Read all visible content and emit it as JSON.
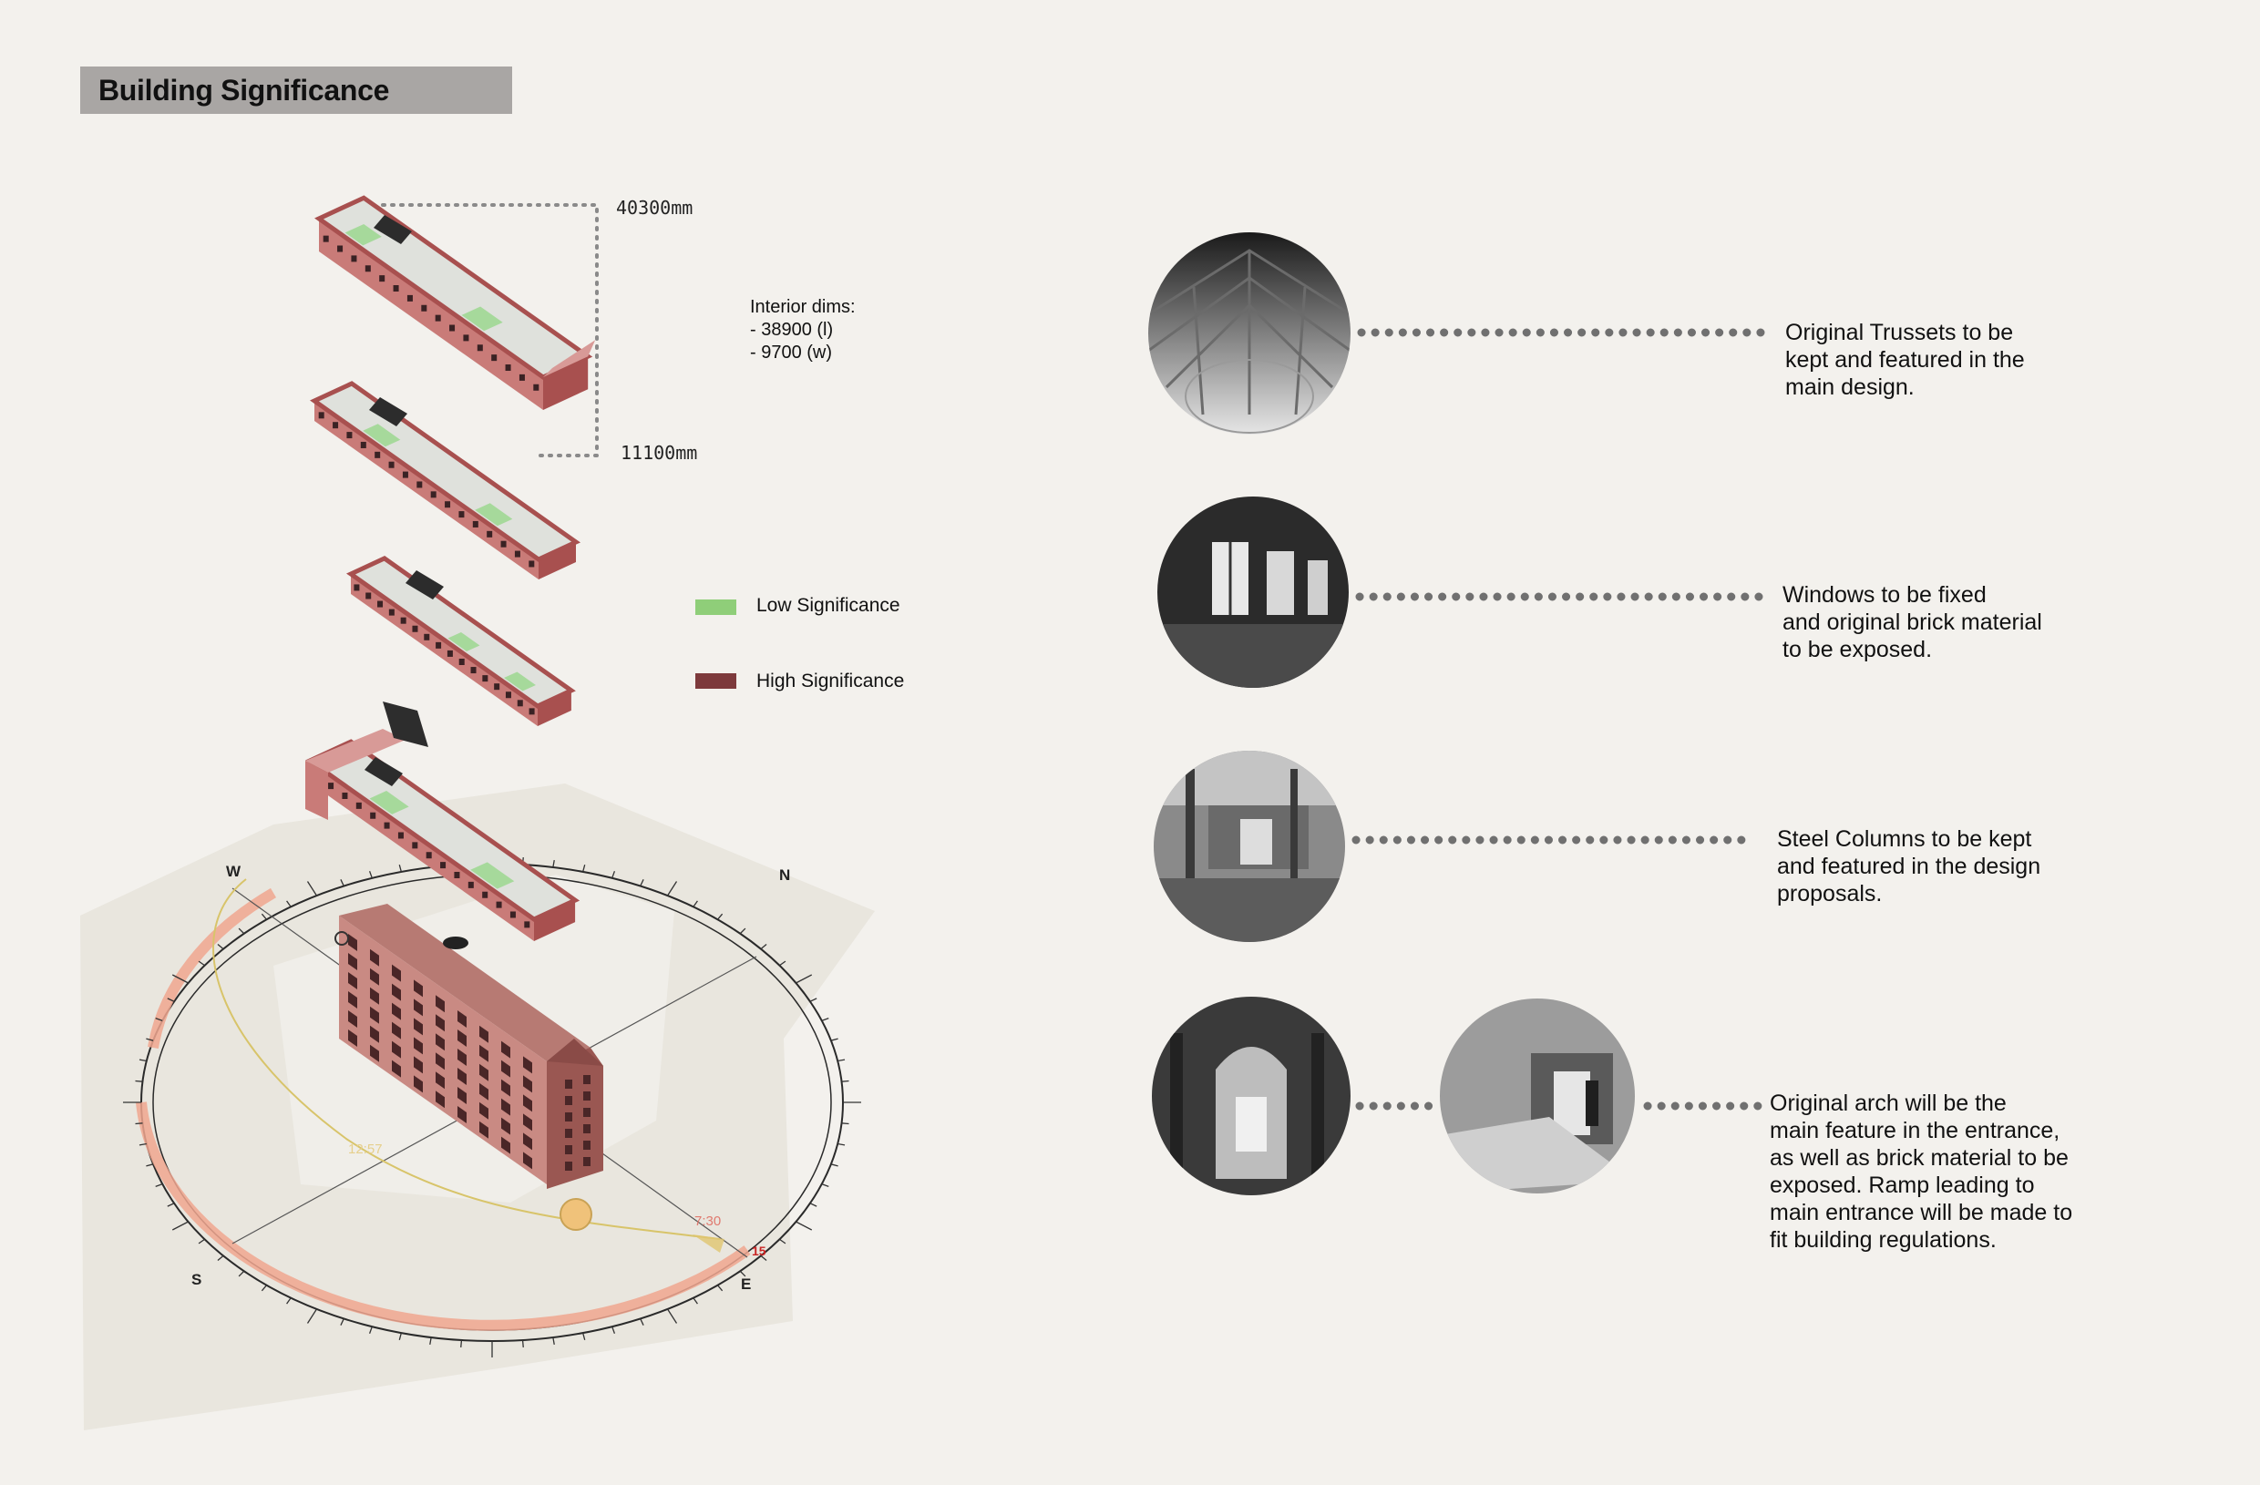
{
  "title": "Building Significance",
  "dimensions": {
    "length": "40300mm",
    "width": "11100mm"
  },
  "interior": {
    "heading": "Interior dims:",
    "length": "- 38900 (l)",
    "width": "- 9700 (w)"
  },
  "legend": [
    {
      "label": "Low Significance",
      "color": "#8fce79"
    },
    {
      "label": "High Significance",
      "color": "#7d3a3c"
    }
  ],
  "compass": {
    "west": "W",
    "north": "N",
    "south": "S",
    "east": "E"
  },
  "sun_path": {
    "sunrise": "7:30",
    "noon": "12:57",
    "day": "15"
  },
  "features": [
    {
      "lines": [
        "Original Trussets to be",
        "kept and featured in the",
        "main design."
      ]
    },
    {
      "lines": [
        "Windows to be fixed",
        "and original brick material",
        "to be exposed."
      ]
    },
    {
      "lines": [
        "Steel Columns to be kept",
        "and featured in the design",
        "proposals."
      ]
    },
    {
      "lines": [
        "Original arch will be the",
        "main feature in the entrance,",
        "as well as brick material to be",
        "exposed. Ramp leading to",
        "main entrance will be made to",
        "fit building regulations."
      ]
    }
  ],
  "colors": {
    "brick": "#c97b78",
    "brick_dark": "#a8504f",
    "wall_top": "#d89a97",
    "floor": "#dfe1dc",
    "green": "#a6d99b"
  }
}
